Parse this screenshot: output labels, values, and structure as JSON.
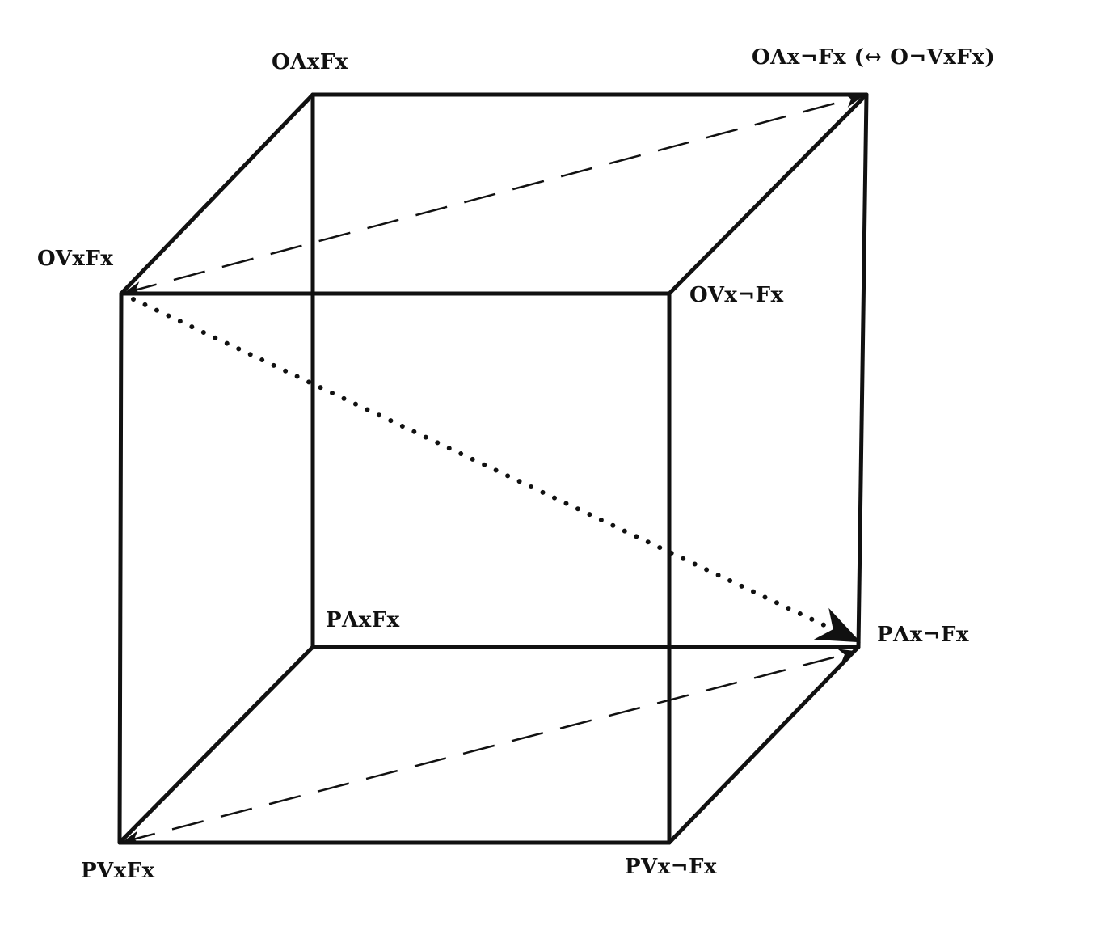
{
  "title": "Deontic quantifier cube",
  "colors": {
    "ink": "#111111",
    "background": "#ffffff"
  },
  "labels": {
    "o_all_f": "OΛxFx",
    "o_all_not_f": "OΛx¬Fx (↔ O¬VxFx)",
    "o_some_f": "OVxFx",
    "o_some_not_f": "OVx¬Fx",
    "p_all_f": "PΛxFx",
    "p_all_not_f": "PΛx¬Fx",
    "p_some_f": "PVxFx",
    "p_some_not_f": "PVx¬Fx"
  },
  "relations": [
    {
      "from": "OΛx¬Fx",
      "to": "OVxFx",
      "style": "dashed"
    },
    {
      "from": "PΛx¬Fx",
      "to": "PVxFx",
      "style": "dashed"
    },
    {
      "from": "OVxFx",
      "to": "PΛx¬Fx",
      "style": "dotted"
    }
  ]
}
